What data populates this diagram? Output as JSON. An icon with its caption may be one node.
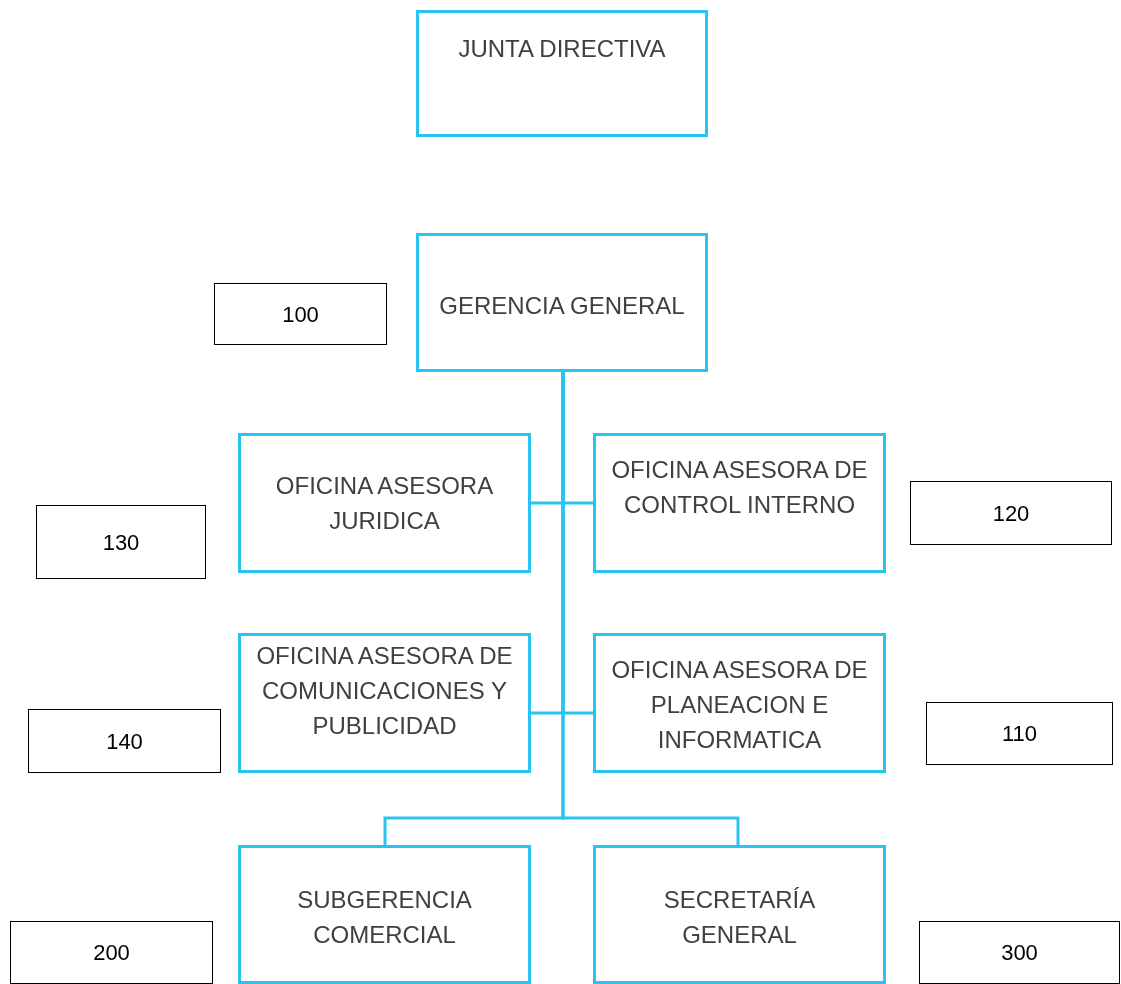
{
  "diagram": {
    "nodes": [
      {
        "text": [
          "JUNTA DIRECTIVA"
        ]
      },
      {
        "text": [
          "GERENCIA GENERAL"
        ]
      },
      {
        "text": [
          "100"
        ]
      },
      {
        "text": [
          "OFICINA ASESORA JURIDICA"
        ]
      },
      {
        "text": [
          "OFICINA ASESORA DE CONTROL INTERNO"
        ]
      },
      {
        "text": [
          "130"
        ]
      },
      {
        "text": [
          "120"
        ]
      },
      {
        "text": [
          "OFICINA ASESORA DE COMUNICACIONES Y PUBLICIDAD"
        ]
      },
      {
        "text": [
          "OFICINA ASESORA DE PLANEACION E INFORMATICA"
        ]
      },
      {
        "text": [
          "140"
        ]
      },
      {
        "text": [
          "110"
        ]
      },
      {
        "text": [
          "SUBGERENCIA COMERCIAL"
        ]
      },
      {
        "text": [
          "SECRETARÍA GENERAL"
        ]
      },
      {
        "text": [
          "200"
        ]
      },
      {
        "text": [
          "300"
        ]
      }
    ],
    "edges": [
      {
        "from": 1,
        "to": 3,
        "arrow": "none"
      },
      {
        "from": 1,
        "to": 4,
        "arrow": "none"
      },
      {
        "from": 1,
        "to": 7,
        "arrow": "none"
      },
      {
        "from": 1,
        "to": 8,
        "arrow": "none"
      },
      {
        "from": 1,
        "to": 11,
        "arrow": "none"
      },
      {
        "from": 1,
        "to": 12,
        "arrow": "none"
      }
    ]
  }
}
